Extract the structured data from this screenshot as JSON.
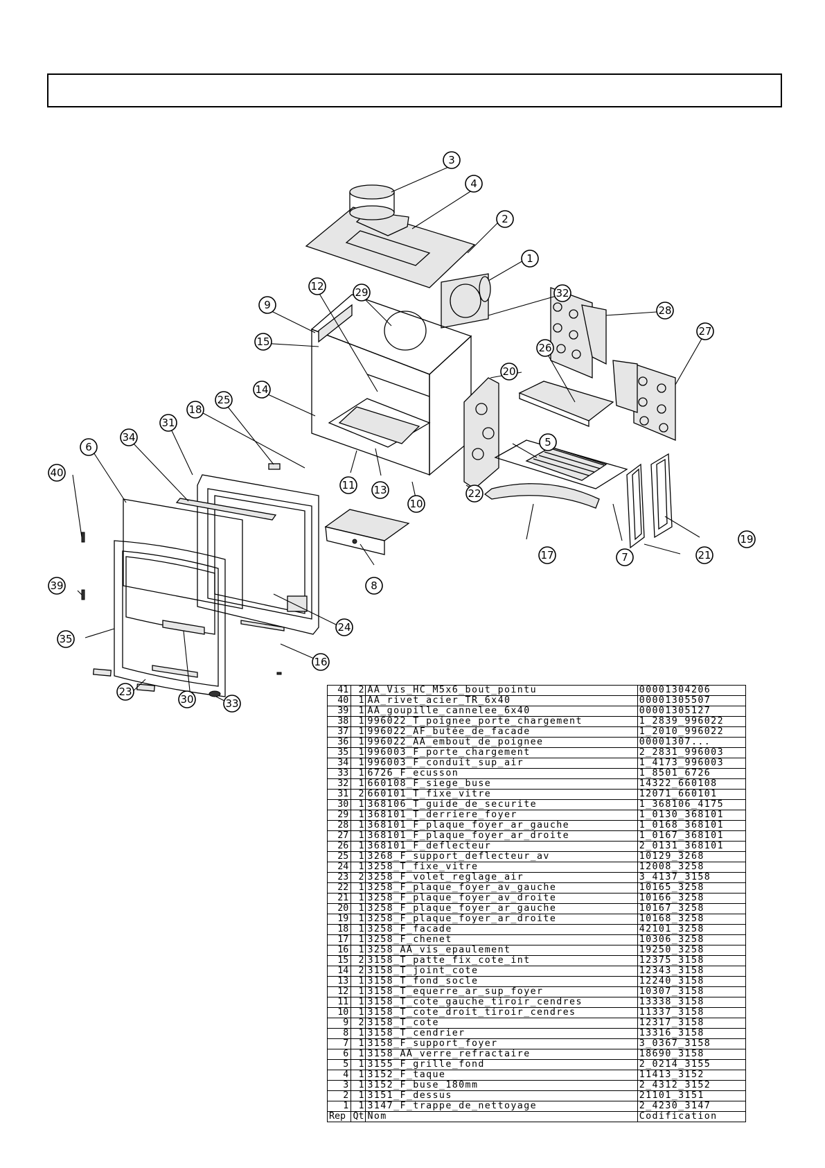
{
  "header": {
    "title": ""
  },
  "callouts": [
    "1",
    "2",
    "3",
    "4",
    "5",
    "6",
    "7",
    "8",
    "9",
    "10",
    "11",
    "12",
    "13",
    "14",
    "15",
    "16",
    "17",
    "18",
    "19",
    "20",
    "21",
    "22",
    "23",
    "24",
    "25",
    "26",
    "27",
    "28",
    "29",
    "30",
    "31",
    "32",
    "33",
    "34",
    "35",
    "39",
    "40"
  ],
  "bom": {
    "columns": {
      "rep": "Rep",
      "qt": "Qt",
      "nom": "Nom",
      "codification": "Codification"
    },
    "rows": [
      {
        "rep": "41",
        "qt": "2",
        "nom": "AA_Vis_HC_M5x6_bout_pointu",
        "code": "00001304206"
      },
      {
        "rep": "40",
        "qt": "1",
        "nom": "AA_rivet_acier_TR_6x40",
        "code": "00001305507"
      },
      {
        "rep": "39",
        "qt": "1",
        "nom": "AA_goupille_cannelee_6x40",
        "code": "00001305127"
      },
      {
        "rep": "38",
        "qt": "1",
        "nom": "996022_T_poignee_porte_chargement",
        "code": "1_2839_996022"
      },
      {
        "rep": "37",
        "qt": "1",
        "nom": "996022_AF_butée_de_facade",
        "code": "1_2010_996022"
      },
      {
        "rep": "36",
        "qt": "1",
        "nom": "996022_AA_embout_de_poignee",
        "code": "00001307..."
      },
      {
        "rep": "35",
        "qt": "1",
        "nom": "996003_F_porte_chargement",
        "code": "2_2831_996003"
      },
      {
        "rep": "34",
        "qt": "1",
        "nom": "996003_F_conduit_sup_air",
        "code": "1_4173_996003"
      },
      {
        "rep": "33",
        "qt": "1",
        "nom": "6726_F_ecusson",
        "code": "1_8501_6726"
      },
      {
        "rep": "32",
        "qt": "1",
        "nom": "660108_F_siege_buse",
        "code": "14322_660108"
      },
      {
        "rep": "31",
        "qt": "2",
        "nom": "660101_T_fixe_vitre",
        "code": "12071_660101"
      },
      {
        "rep": "30",
        "qt": "1",
        "nom": "368106_T_guide_de_securite",
        "code": "1_368106_4175"
      },
      {
        "rep": "29",
        "qt": "1",
        "nom": "368101_T_derriere_foyer",
        "code": "1_0130_368101"
      },
      {
        "rep": "28",
        "qt": "1",
        "nom": "368101_F_plaque_foyer_ar_gauche",
        "code": "1_0168_368101"
      },
      {
        "rep": "27",
        "qt": "1",
        "nom": "368101_F_plaque_foyer_ar_droite",
        "code": "1_0167_368101"
      },
      {
        "rep": "26",
        "qt": "1",
        "nom": "368101_F_deflecteur",
        "code": "2_0131_368101"
      },
      {
        "rep": "25",
        "qt": "1",
        "nom": "3268_F_support_deflecteur_av",
        "code": "10129_3268"
      },
      {
        "rep": "24",
        "qt": "1",
        "nom": "3258_T_fixe_vitre",
        "code": "12008_3258"
      },
      {
        "rep": "23",
        "qt": "2",
        "nom": "3258_F_volet_reglage_air",
        "code": "3_4137_3158"
      },
      {
        "rep": "22",
        "qt": "1",
        "nom": "3258_F_plaque_foyer_av_gauche",
        "code": "10165_3258"
      },
      {
        "rep": "21",
        "qt": "1",
        "nom": "3258_F_plaque_foyer_av_droite",
        "code": "10166_3258"
      },
      {
        "rep": "20",
        "qt": "1",
        "nom": "3258_F_plaque_foyer_ar_gauche",
        "code": "10167_3258"
      },
      {
        "rep": "19",
        "qt": "1",
        "nom": "3258_F_plaque_foyer_ar_droite",
        "code": "10168_3258"
      },
      {
        "rep": "18",
        "qt": "1",
        "nom": "3258_F_facade",
        "code": "42101_3258"
      },
      {
        "rep": "17",
        "qt": "1",
        "nom": "3258_F_chenet",
        "code": "10306_3258"
      },
      {
        "rep": "16",
        "qt": "1",
        "nom": "3258_AA_vis_epaulement",
        "code": "19250_3258"
      },
      {
        "rep": "15",
        "qt": "2",
        "nom": "3158_T_patte_fix_cote_int",
        "code": "12375_3158"
      },
      {
        "rep": "14",
        "qt": "2",
        "nom": "3158_T_joint_cote",
        "code": "12343_3158"
      },
      {
        "rep": "13",
        "qt": "1",
        "nom": "3158_T_fond_socle",
        "code": "12240_3158"
      },
      {
        "rep": "12",
        "qt": "1",
        "nom": "3158_T_equerre_ar_sup_foyer",
        "code": "10307_3158"
      },
      {
        "rep": "11",
        "qt": "1",
        "nom": "3158_T_cote_gauche_tiroir_cendres",
        "code": "13338_3158"
      },
      {
        "rep": "10",
        "qt": "1",
        "nom": "3158_T_cote_droit_tiroir_cendres",
        "code": "11337_3158"
      },
      {
        "rep": "9",
        "qt": "2",
        "nom": "3158_T_cote",
        "code": "12317_3158"
      },
      {
        "rep": "8",
        "qt": "1",
        "nom": "3158_T_cendrier",
        "code": "13316_3158"
      },
      {
        "rep": "7",
        "qt": "1",
        "nom": "3158_F_support_foyer",
        "code": "3_0367_3158"
      },
      {
        "rep": "6",
        "qt": "1",
        "nom": "3158_AA_verre_refractaire",
        "code": "18690_3158"
      },
      {
        "rep": "5",
        "qt": "1",
        "nom": "3155_F_grille_fond",
        "code": "2_0214_3155"
      },
      {
        "rep": "4",
        "qt": "1",
        "nom": "3152_F_taque",
        "code": "11413_3152"
      },
      {
        "rep": "3",
        "qt": "1",
        "nom": "3152_F_buse_180mm",
        "code": "2_4312_3152"
      },
      {
        "rep": "2",
        "qt": "1",
        "nom": "3151_F_dessus",
        "code": "21101_3151"
      },
      {
        "rep": "1",
        "qt": "1",
        "nom": "3147_F_trappe_de_nettoyage",
        "code": "2_4230_3147"
      }
    ]
  }
}
